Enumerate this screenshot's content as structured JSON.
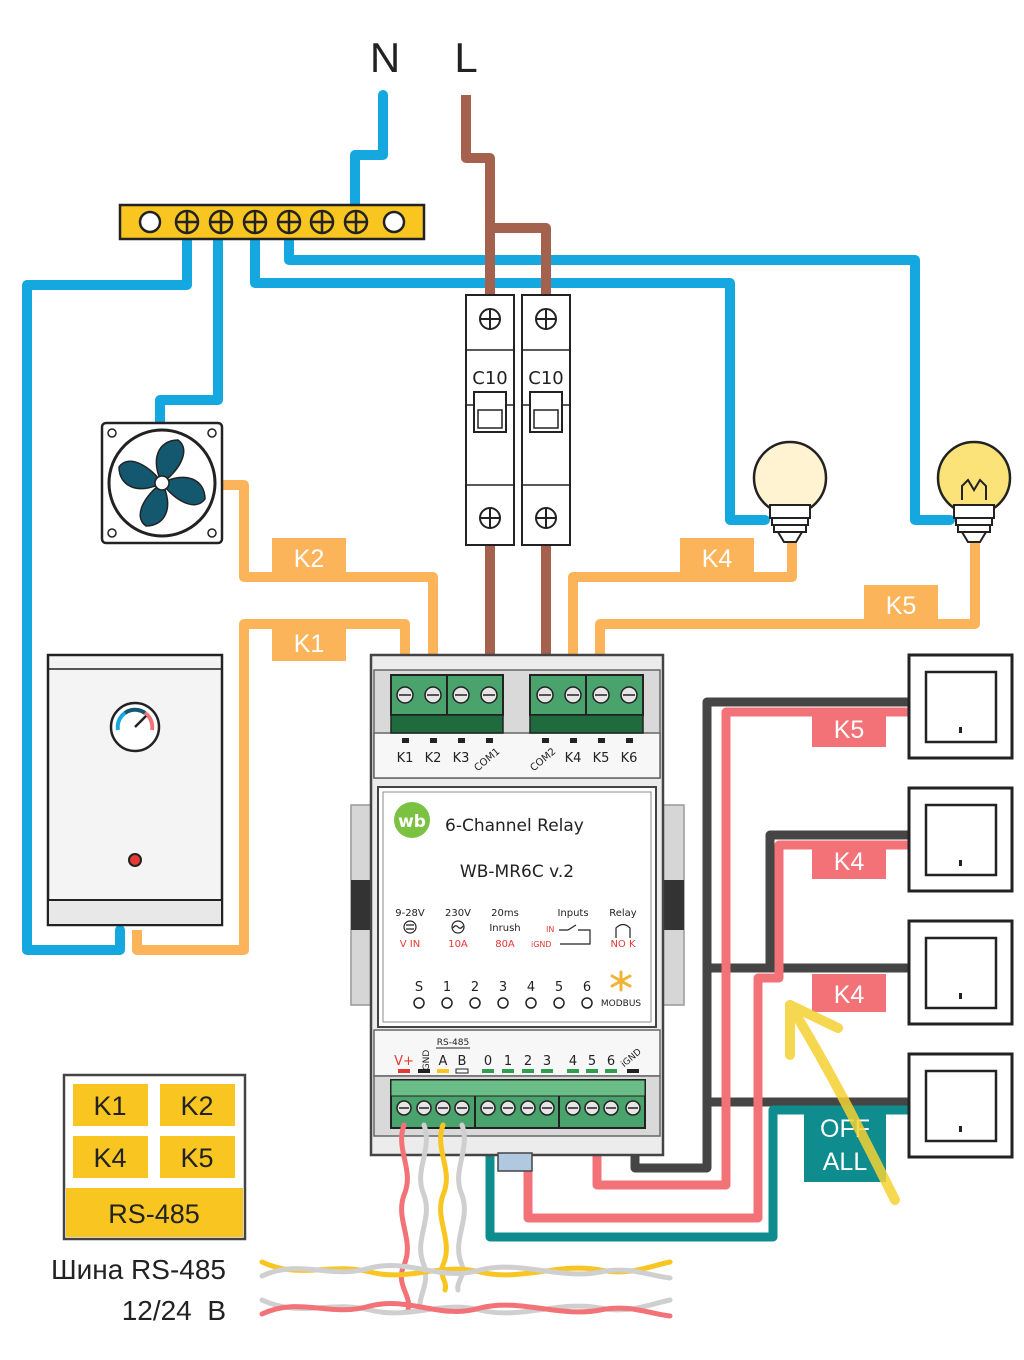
{
  "supply": {
    "neutral": "N",
    "line": "L"
  },
  "breakers": [
    {
      "rating": "C10"
    },
    {
      "rating": "C10"
    }
  ],
  "wire_tags": {
    "k2_fan": "K2",
    "k1_boiler": "K1",
    "k4_lamp": "K4",
    "k5_lamp": "K5",
    "sw1": "K5",
    "sw2": "K4",
    "sw3": "K4",
    "sw4_line1": "OFF",
    "sw4_line2": "ALL"
  },
  "relay": {
    "brand": "wb",
    "title": "6-Channel Relay",
    "model": "WB-MR6C v.2",
    "top_terminals": [
      "K1",
      "K2",
      "K3",
      "COM1",
      "COM2",
      "K4",
      "K5",
      "K6"
    ],
    "specs": [
      {
        "top": "9-28V",
        "bottom": "V IN"
      },
      {
        "top": "230V",
        "bottom": "10A"
      },
      {
        "top": "20ms",
        "mid": "Inrush",
        "bottom": "80A"
      },
      {
        "top": "Inputs",
        "in": "IN",
        "gnd": "iGND"
      },
      {
        "top": "Relay",
        "bottom": "NO K"
      }
    ],
    "status_leds": [
      "S",
      "1",
      "2",
      "3",
      "4",
      "5",
      "6"
    ],
    "modbus": "MODBUS",
    "bottom_group": "RS-485",
    "bottom_terminals": [
      "V+",
      "GND",
      "A",
      "B",
      "0",
      "1",
      "2",
      "3",
      "4",
      "5",
      "6",
      "iGND"
    ]
  },
  "legend": {
    "cells": [
      "K1",
      "K2",
      "K4",
      "K5"
    ],
    "footer": "RS-485"
  },
  "bus_caption": {
    "line1": "Шина RS-485",
    "line2": "12/24  В"
  },
  "colors": {
    "neutral_wire": "#15a7e0",
    "line_wire": "#a4624e",
    "relay_wire": "#fbb45a",
    "tag_orange": "#fbb45a",
    "tag_red": "#f27278",
    "tag_teal": "#0f8c8e",
    "terminal_green": "#4aa36d",
    "busbar": "#f8c521",
    "legend_yellow": "#f8c521",
    "wb_green": "#7cc242",
    "arrow_yellow": "#f5d132"
  }
}
